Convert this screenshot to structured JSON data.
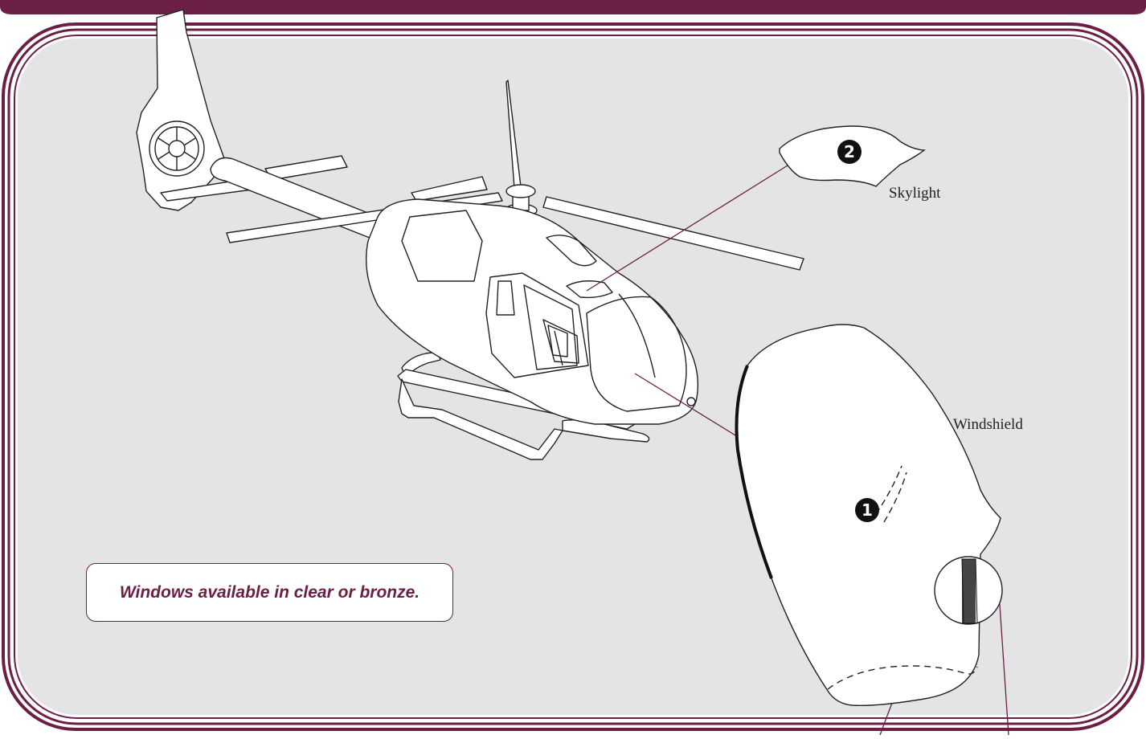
{
  "colors": {
    "accent": "#6b1f45",
    "panel": "#e4e4e4",
    "line": "#222222"
  },
  "parts": {
    "skylight": {
      "label": "Skylight",
      "number": "2"
    },
    "windshield": {
      "label": "Windshield",
      "number": "1"
    }
  },
  "note": "Windows available in clear or bronze."
}
